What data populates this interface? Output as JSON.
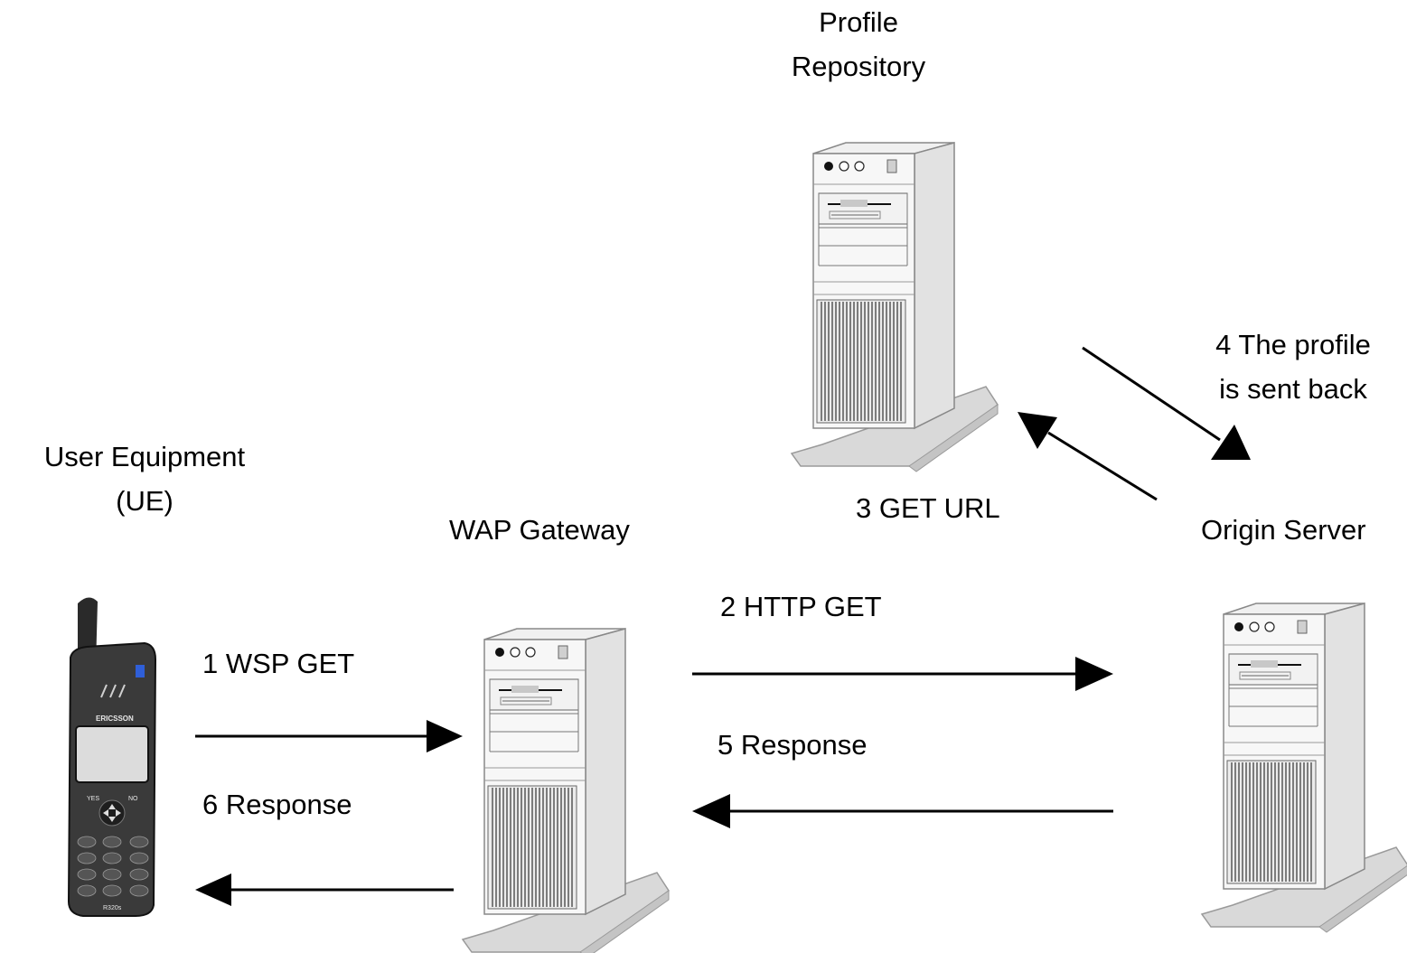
{
  "nodes": {
    "profile_repository": {
      "line1": "Profile",
      "line2": "Repository"
    },
    "user_equipment": {
      "line1": "User Equipment",
      "line2": "(UE)"
    },
    "wap_gateway": {
      "label": "WAP Gateway"
    },
    "origin_server": {
      "label": "Origin Server"
    }
  },
  "phone": {
    "brand": "ERICSSON",
    "model": "R320s",
    "yes": "YES",
    "no": "NO"
  },
  "steps": {
    "step1": "1 WSP GET",
    "step2": "2 HTTP GET",
    "step3": "3 GET URL",
    "step4_line1": "4 The profile",
    "step4_line2": "is sent back",
    "step5": "5 Response",
    "step6": "6 Response"
  }
}
